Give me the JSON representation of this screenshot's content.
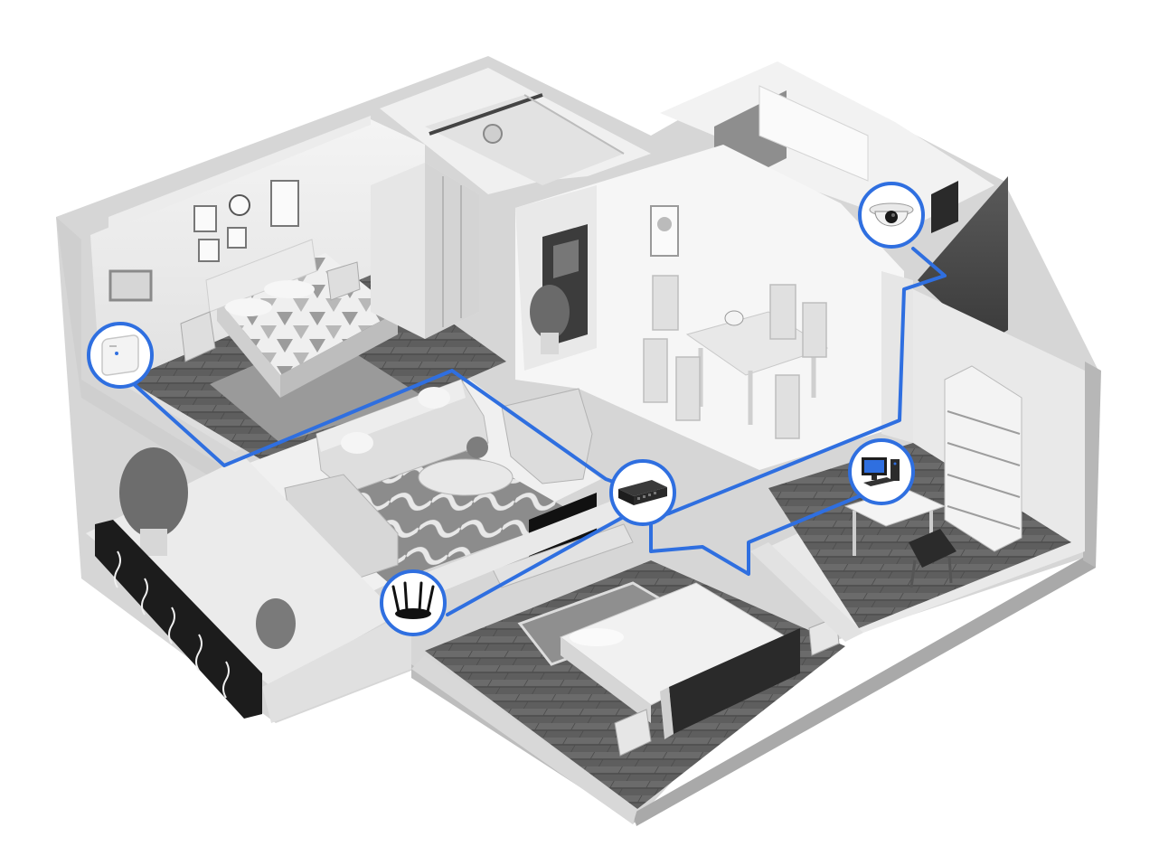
{
  "diagram": {
    "accent_color": "#2f6fe0",
    "nodes": [
      {
        "id": "access-point",
        "icon": "ceiling-access-point-icon"
      },
      {
        "id": "dome-camera",
        "icon": "dome-camera-icon"
      },
      {
        "id": "switch",
        "icon": "network-switch-icon"
      },
      {
        "id": "desktop-pc",
        "icon": "desktop-computer-icon"
      },
      {
        "id": "router",
        "icon": "wifi-router-icon"
      }
    ],
    "links": [
      {
        "from": "switch",
        "to": "access-point"
      },
      {
        "from": "switch",
        "to": "dome-camera"
      },
      {
        "from": "switch",
        "to": "desktop-pc"
      },
      {
        "from": "switch",
        "to": "router"
      }
    ]
  }
}
